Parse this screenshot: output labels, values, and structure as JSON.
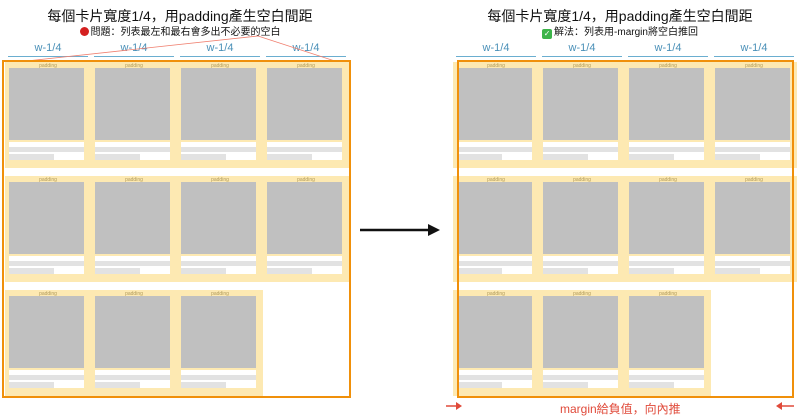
{
  "left": {
    "title": "每個卡片寬度1/4，用padding產生空白間距",
    "problem_icon": "red-circle-icon",
    "problem": "問題：列表最左和最右會多出不必要的空白",
    "column_label": "w-1/4",
    "padding_label": "padding",
    "card_count": 11
  },
  "right": {
    "title": "每個卡片寬度1/4，用padding產生空白間距",
    "solution_icon": "check-mark-icon",
    "solution": "解法：列表用-margin將空白推回",
    "column_label": "w-1/4",
    "padding_label": "padding",
    "card_count": 11,
    "note": "margin給負值，向內推"
  },
  "colors": {
    "frame": "#f0900a",
    "padding": "#fde9b2",
    "accent": "#e04a3a",
    "width_arrow": "#4a90b8"
  }
}
